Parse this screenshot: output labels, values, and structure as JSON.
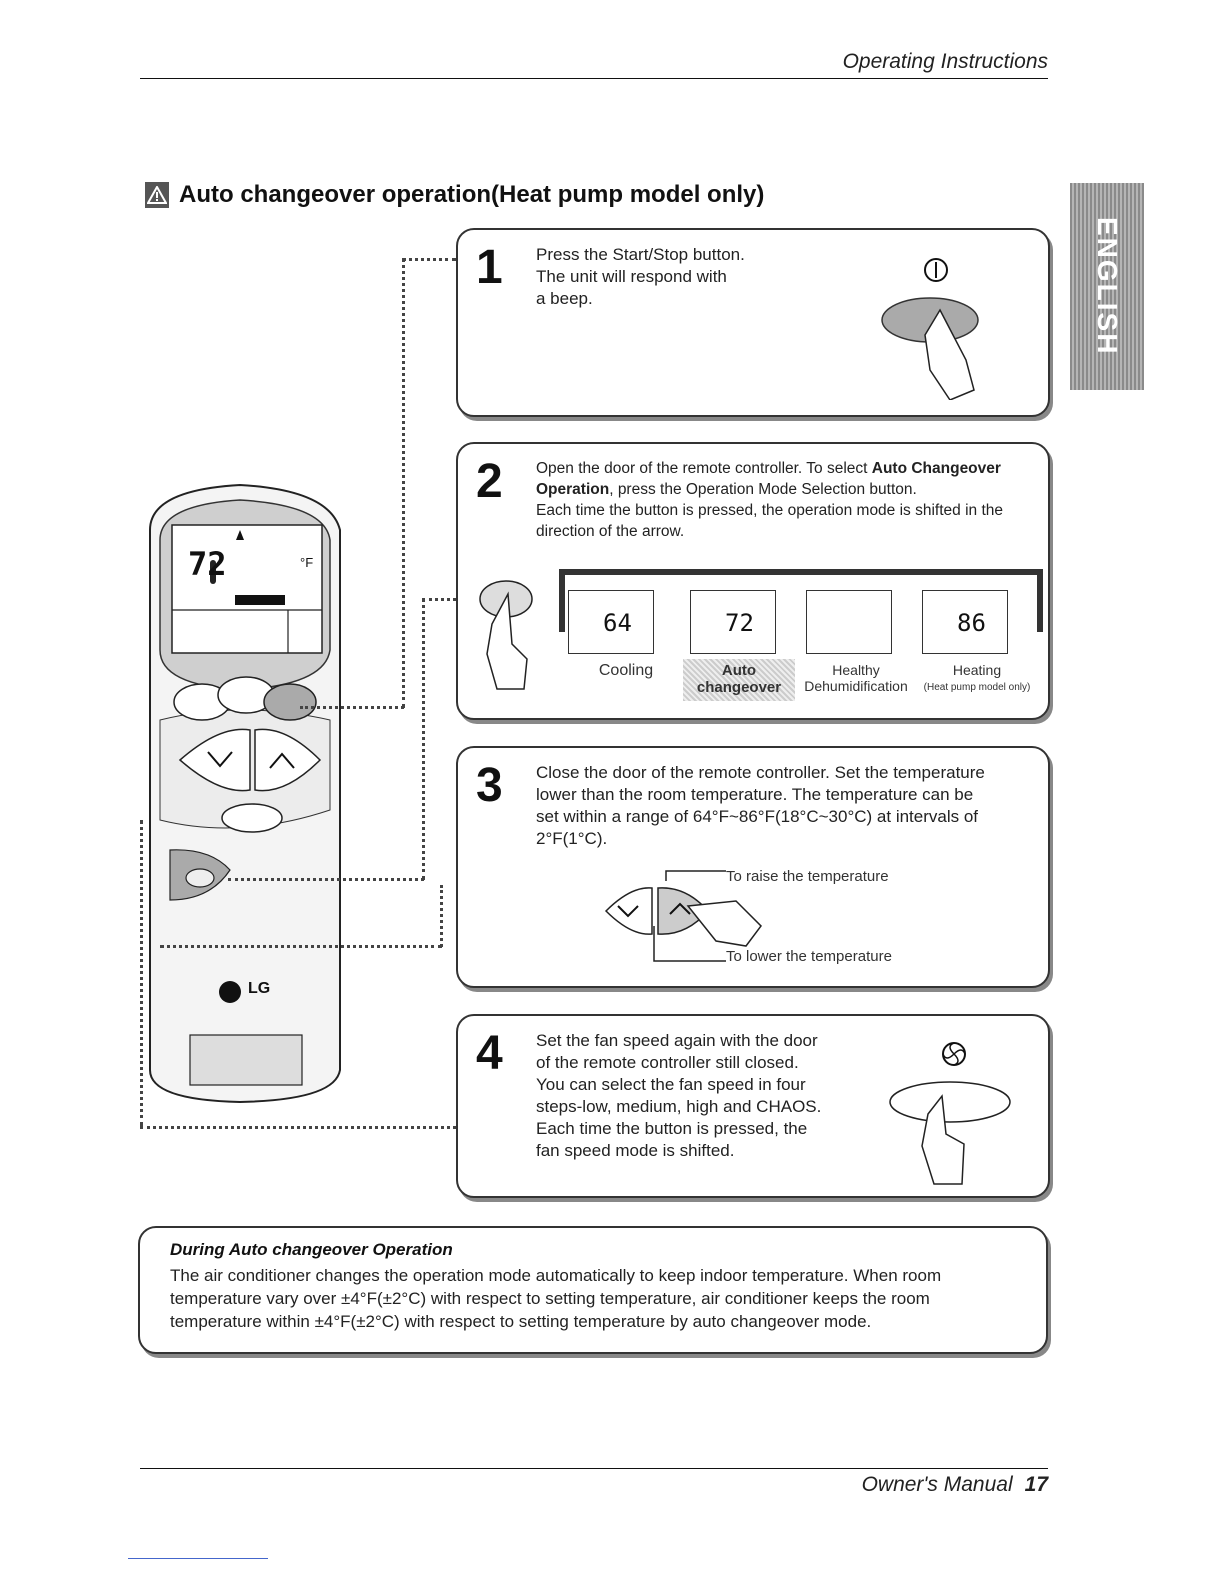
{
  "header": {
    "section": "Operating Instructions"
  },
  "title": "Auto changeover operation(Heat pump model only)",
  "language_tab": "ENGLISH",
  "remote": {
    "display_temp": "72",
    "display_unit": "°F",
    "brand": "LG"
  },
  "steps": [
    {
      "num": "1",
      "lines": [
        "Press the Start/Stop button.",
        "The unit will respond with",
        "a beep."
      ]
    },
    {
      "num": "2",
      "lines_html_parts": {
        "p1": "Open the door of the remote controller. To select ",
        "b1": "Auto Changeover",
        "b2": "Operation",
        "p2": ", press the Operation Mode Selection button.",
        "p3": "Each time the button is pressed, the operation mode is shifted in the",
        "p4": "direction of the arrow."
      },
      "modes": [
        {
          "label": "Cooling",
          "temp": "64"
        },
        {
          "label": "Auto changeover",
          "temp": "72"
        },
        {
          "label": "Healthy Dehumidification",
          "temp": ""
        },
        {
          "label": "Heating",
          "sub": "(Heat pump model only)",
          "temp": "86"
        }
      ]
    },
    {
      "num": "3",
      "lines": [
        "Close the door of the remote controller. Set the temperature",
        "lower than the room temperature. The temperature can be",
        "set within a range of 64°F~86°F(18°C~30°C) at intervals of",
        "2°F(1°C)."
      ],
      "raise_label": "To raise the temperature",
      "lower_label": "To lower the temperature"
    },
    {
      "num": "4",
      "lines": [
        "Set the fan speed again with the door",
        "of the remote controller still closed.",
        "You can select the fan speed in four",
        "steps-low, medium, high and CHAOS.",
        "Each time the button is pressed, the",
        "fan speed mode is shifted."
      ]
    }
  ],
  "note": {
    "title": "During Auto changeover Operation",
    "lines": [
      "The air conditioner changes the operation mode automatically to keep indoor temperature. When room",
      "temperature vary over ±4°F(±2°C) with respect to setting temperature, air conditioner keeps the room",
      "temperature within ±4°F(±2°C) with respect to setting temperature by auto changeover mode."
    ]
  },
  "footer": {
    "manual": "Owner's Manual",
    "page": "17"
  }
}
